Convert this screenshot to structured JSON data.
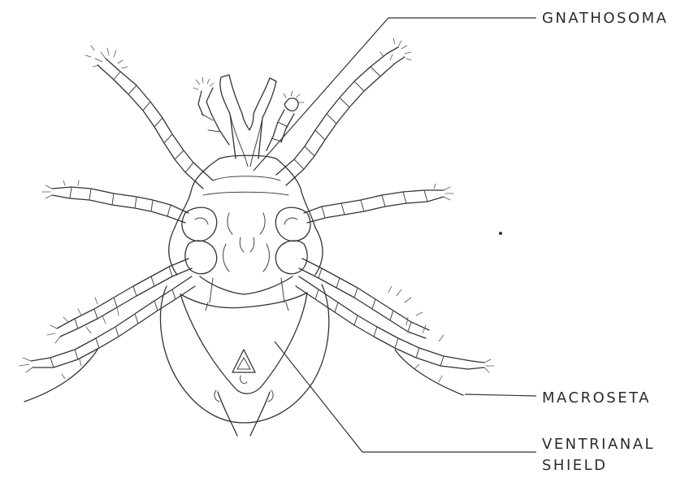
{
  "labels": {
    "gnathosoma": "GNATHOSOMA",
    "macroseta": "MACROSETA",
    "ventrianal_line1": "VENTRIANAL",
    "ventrianal_line2": "SHIELD"
  }
}
